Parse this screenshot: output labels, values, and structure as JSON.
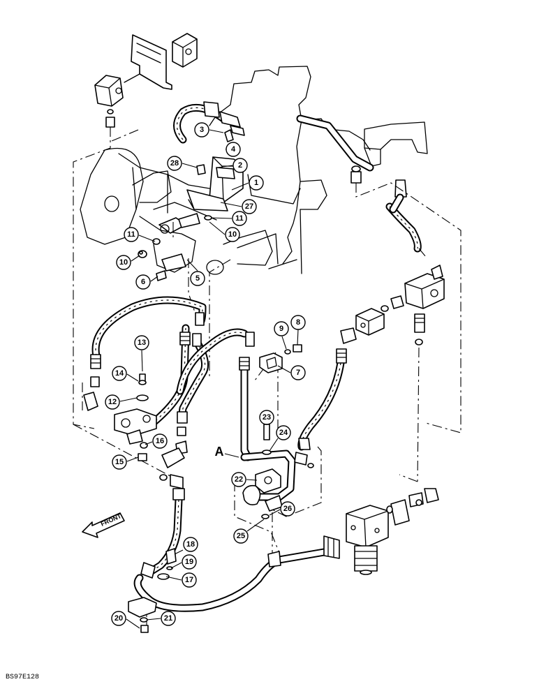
{
  "callouts": {
    "c1": "1",
    "c2": "2",
    "c3": "3",
    "c4": "4",
    "c5": "5",
    "c6": "6",
    "c7": "7",
    "c8": "8",
    "c9": "9",
    "c10a": "10",
    "c10b": "10",
    "c11a": "11",
    "c11b": "11",
    "c12": "12",
    "c13": "13",
    "c14": "14",
    "c15": "15",
    "c16": "16",
    "c17": "17",
    "c18": "18",
    "c19": "19",
    "c20": "20",
    "c21": "21",
    "c22": "22",
    "c23": "23",
    "c24": "24",
    "c25": "25",
    "c26": "26",
    "c27": "27",
    "c28": "28"
  },
  "marker_a": "A",
  "front_label": "FRONT",
  "reference_code": "BS97E128"
}
